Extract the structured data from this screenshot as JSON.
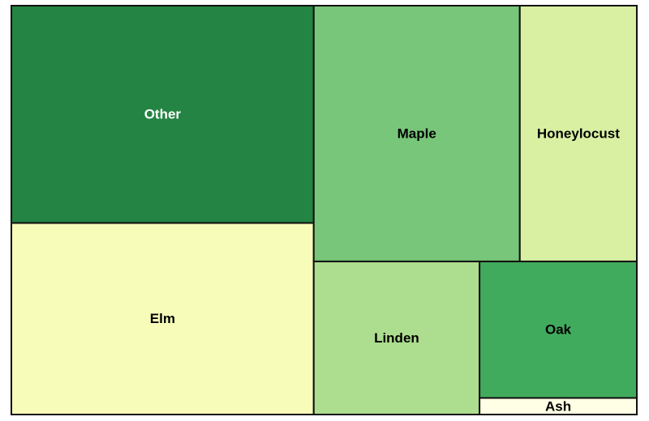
{
  "chart_data": {
    "type": "treemap",
    "title": "",
    "items": [
      {
        "label": "Other",
        "value": 101,
        "color": "#238443",
        "text_color": "#ffffff"
      },
      {
        "label": "Elm",
        "value": 89,
        "color": "#f7fcb9",
        "text_color": "#000000"
      },
      {
        "label": "Maple",
        "value": 81,
        "color": "#78c679",
        "text_color": "#000000"
      },
      {
        "label": "Honeylocust",
        "value": 46,
        "color": "#d9f0a3",
        "text_color": "#000000"
      },
      {
        "label": "Linden",
        "value": 39,
        "color": "#addd8e",
        "text_color": "#000000"
      },
      {
        "label": "Oak",
        "value": 33,
        "color": "#41ab5d",
        "text_color": "#000000"
      },
      {
        "label": "Ash",
        "value": 4,
        "color": "#ffffe5",
        "text_color": "#000000"
      }
    ]
  }
}
